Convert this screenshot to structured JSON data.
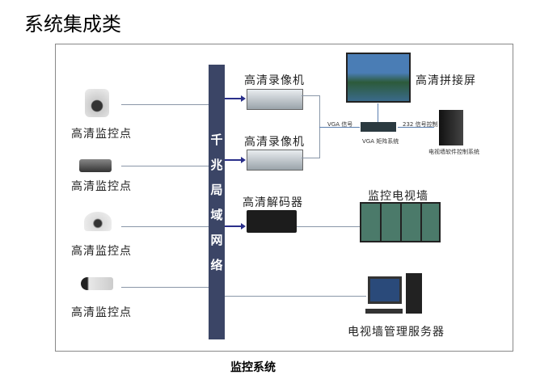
{
  "title": "系统集成类",
  "bus_label": [
    "千",
    "兆",
    "局",
    "域",
    "网",
    "络"
  ],
  "cameras": [
    "高清监控点",
    "高清监控点",
    "高清监控点",
    "高清监控点"
  ],
  "dvr1": "高清录像机",
  "dvr2": "高清录像机",
  "decoder": "高清解码器",
  "video_wall": "高清拼接屏",
  "vga_signal": "VGA 信号",
  "matrix": "VGA 矩阵系统",
  "rs232": "232 信号控制",
  "control_system": "电视墙软件控制系统",
  "monitor_wall": "监控电视墙",
  "server": "电视墙管理服务器",
  "caption": "监控系统"
}
